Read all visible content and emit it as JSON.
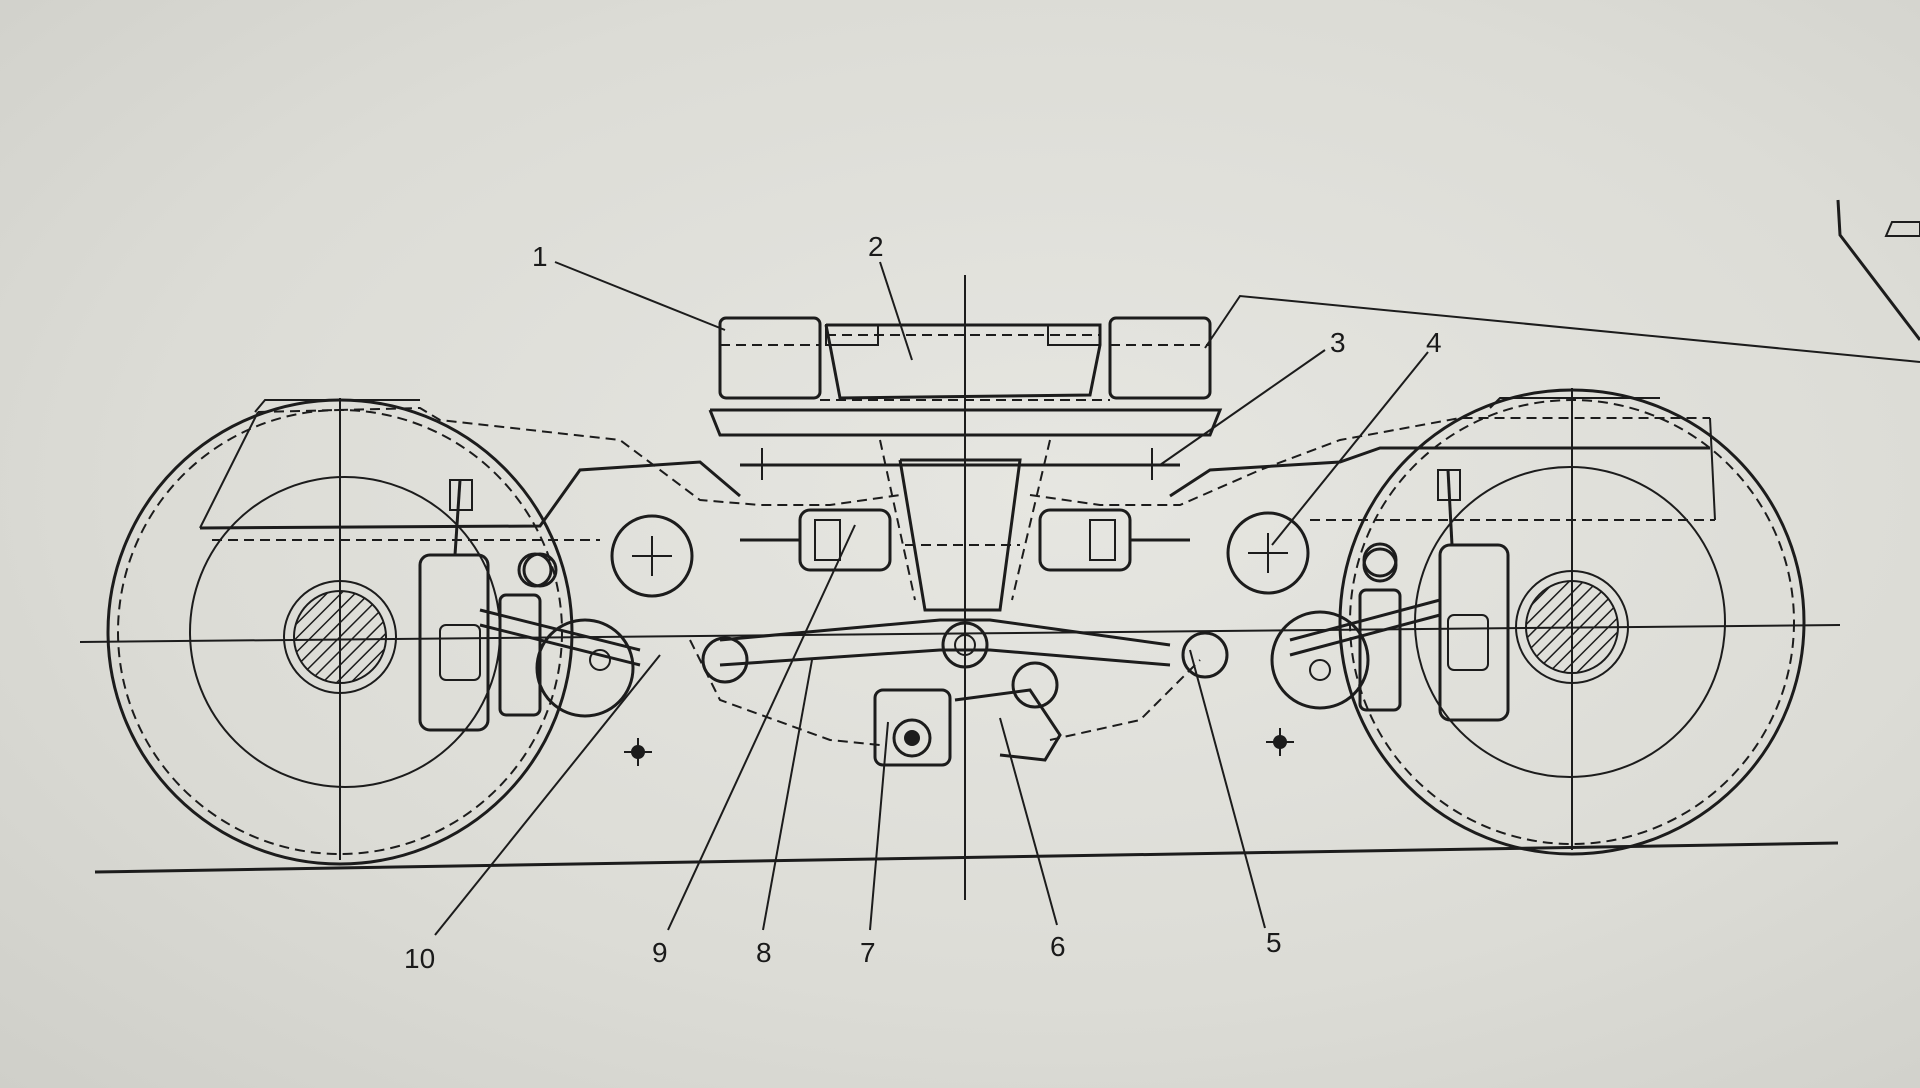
{
  "diagram": {
    "labels": [
      {
        "id": "1",
        "text": "1"
      },
      {
        "id": "2",
        "text": "2"
      },
      {
        "id": "3",
        "text": "3"
      },
      {
        "id": "4",
        "text": "4"
      },
      {
        "id": "5",
        "text": "5"
      },
      {
        "id": "6",
        "text": "6"
      },
      {
        "id": "7",
        "text": "7"
      },
      {
        "id": "8",
        "text": "8"
      },
      {
        "id": "9",
        "text": "9"
      },
      {
        "id": "10",
        "text": "10"
      }
    ]
  },
  "colors": {
    "paper": "#dcdcd6",
    "ink": "#1c1c1c"
  }
}
